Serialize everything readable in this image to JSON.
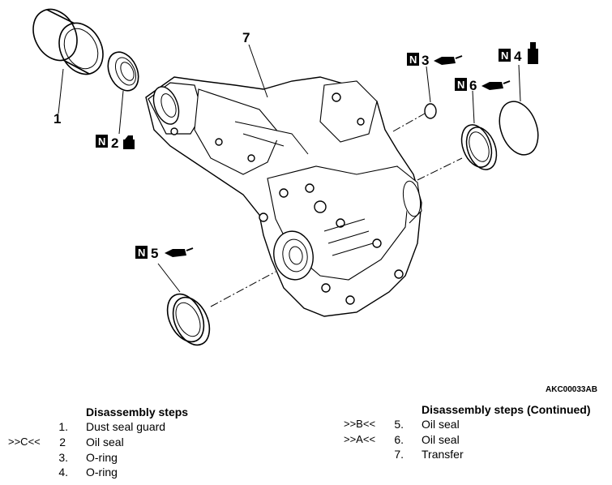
{
  "figure_code": "AKC00033AB",
  "callouts": {
    "c1": "1",
    "c2": "2",
    "c3": "3",
    "c4": "4",
    "c5": "5",
    "c6": "6",
    "c7": "7",
    "n_mark": "N"
  },
  "left_steps": {
    "heading": "Disassembly steps",
    "items": [
      {
        "ref": "",
        "num": "1.",
        "text": "Dust seal guard"
      },
      {
        "ref": ">>C<<",
        "num": "2",
        "text": "Oil seal"
      },
      {
        "ref": "",
        "num": "3.",
        "text": "O-ring"
      },
      {
        "ref": "",
        "num": "4.",
        "text": "O-ring"
      }
    ]
  },
  "right_steps": {
    "heading": "Disassembly steps (Continued)",
    "items": [
      {
        "ref": ">>B<<",
        "num": "5.",
        "text": "Oil seal"
      },
      {
        "ref": ">>A<<",
        "num": "6.",
        "text": "Oil seal"
      },
      {
        "ref": "",
        "num": "7.",
        "text": "Transfer"
      }
    ]
  }
}
